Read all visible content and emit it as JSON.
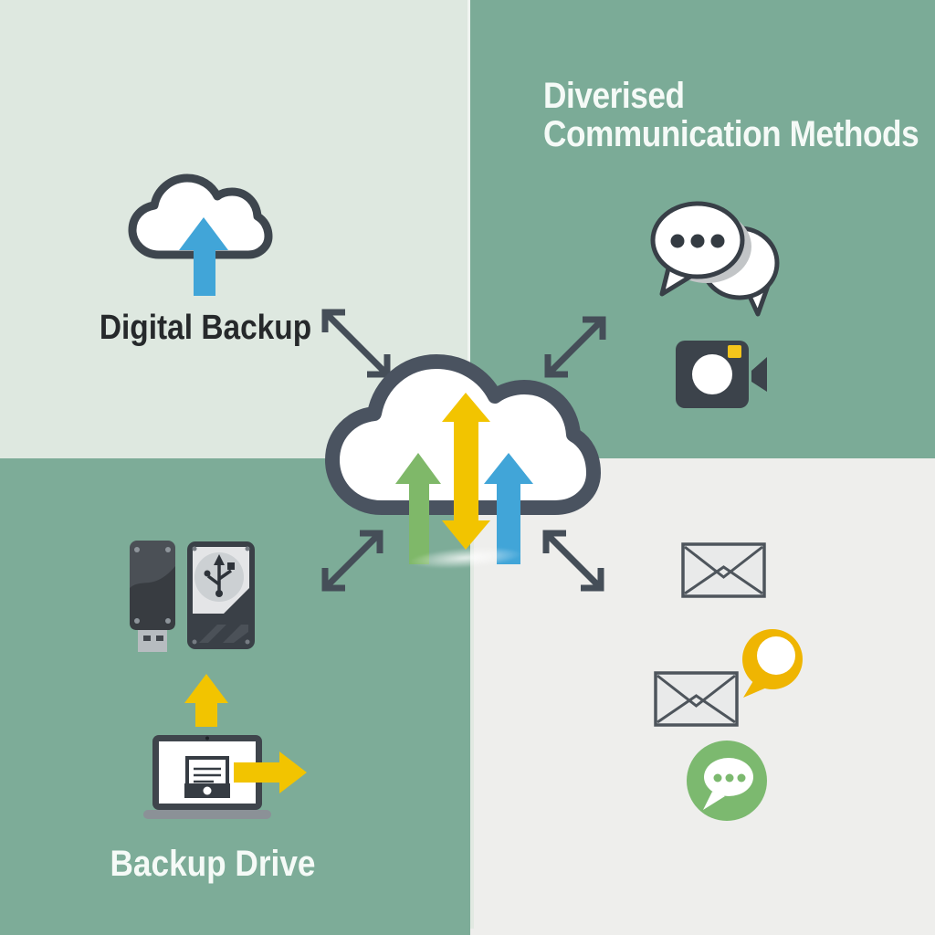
{
  "quadrants": {
    "top_left": {
      "label": "Digital Backup",
      "icon": "cloud-upload-icon"
    },
    "top_right": {
      "title_line1": "Diverised",
      "title_line2": "Communication Methods",
      "icons": [
        "chat-bubbles-icon",
        "video-camera-icon"
      ]
    },
    "bottom_left": {
      "label": "Backup Drive",
      "icons": [
        "usb-flash-drive-icon",
        "external-hard-drive-icon",
        "yellow-up-arrow-icon",
        "laptop-export-icon"
      ]
    },
    "bottom_right": {
      "icons": [
        "envelope-icon",
        "envelope-icon",
        "yellow-chat-bubble-icon",
        "green-chat-bubble-icon"
      ]
    }
  },
  "center": {
    "icon": "cloud-sync-arrows-icon",
    "connector_icon": "diagonal-double-arrow-icon",
    "arrow_up_left_color": "#7fb869",
    "arrow_up_down_color": "#f2c400",
    "arrow_up_right_color": "#41a5d8"
  },
  "colors": {
    "bg_sage": "#dee8e0",
    "bg_green": "#7bab97",
    "bg_green2": "#7dac98",
    "bg_gray": "#eeeeec",
    "slate": "#454e58",
    "cloud_outline": "#4a5360",
    "icon_body": "#3c434b",
    "yellow": "#f2c400",
    "yellow_deep": "#efb502",
    "blue": "#41a5d8",
    "green_arrow": "#7fb869",
    "green_icon": "#7cb96f",
    "envelope_fill": "#e9eaea",
    "panel_light": "#e4e5e7",
    "ink": "#26292b",
    "white_text": "#f5faf7"
  }
}
